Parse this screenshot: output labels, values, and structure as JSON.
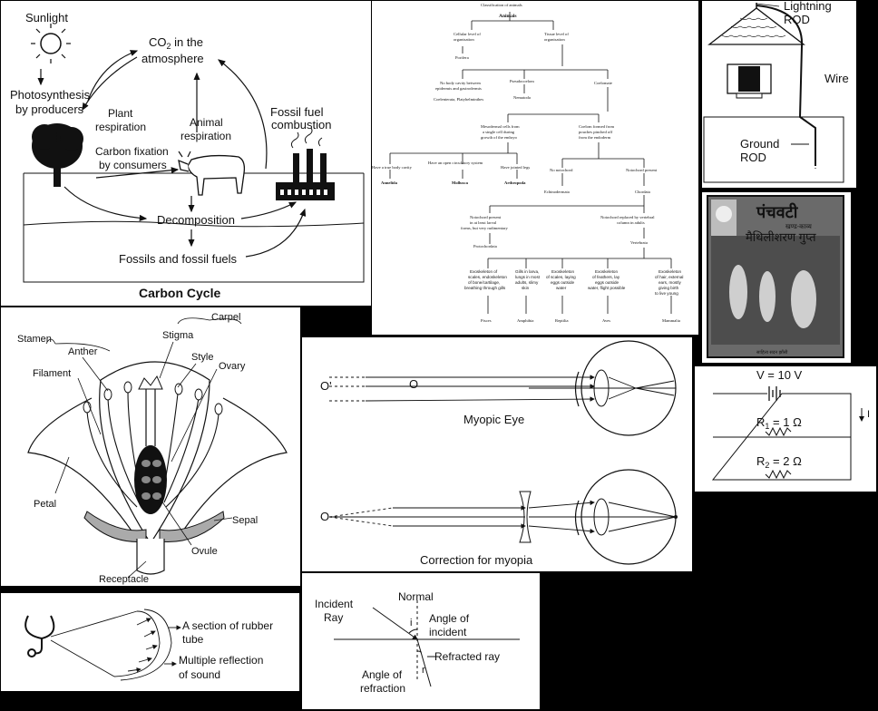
{
  "carbon_cycle": {
    "title": "Carbon Cycle",
    "sunlight": "Sunlight",
    "co2_line1": "CO",
    "co2_sub": "2",
    "co2_line1b": " in the",
    "co2_line2": "atmosphere",
    "photosynthesis_1": "Photosynthesis",
    "photosynthesis_2": "by producers",
    "plant_resp_1": "Plant",
    "plant_resp_2": "respiration",
    "animal_resp_1": "Animal",
    "animal_resp_2": "respiration",
    "fossil_comb_1": "Fossil fuel",
    "fossil_comb_2": "combustion",
    "carbon_fix_1": "Carbon fixation",
    "carbon_fix_2": "by consumers",
    "decomposition": "Decomposition",
    "fossils": "Fossils and fossil fuels"
  },
  "classification": {
    "title": "Classification of animals",
    "root": "Animals",
    "n_cellular_1": "Cellular level of",
    "n_cellular_2": "organisation",
    "n_tissue_1": "Tissue level of",
    "n_tissue_2": "organisation",
    "porifera": "Porifera",
    "n_nobody_1": "No body cavity between",
    "n_nobody_2": "epidermis and gastrodermis",
    "n_nobody_3": "Coelenterata, Platyhelminthes",
    "pseudocoelom": "Pseudocoelom",
    "nematoda": "Nematoda",
    "coelomate": "Coelomate",
    "n_meso_1": "Mesodermal cells from",
    "n_meso_2": "a single cell during",
    "n_meso_3": "growth of the embryo",
    "n_coelom_1": "Coelom formed from",
    "n_coelom_2": "pouches pinched off",
    "n_coelom_3": "from the endoderm",
    "n_seg": "Have a true body cavity",
    "n_open": "Have an open circulatory system",
    "n_joint": "Have jointed legs",
    "annelida": "Annelida",
    "mollusca": "Mollusca",
    "arthropoda": "Arthropoda",
    "no_notochord": "No notochord",
    "notochord": "Notochord present",
    "echinodermata": "Echinodermata",
    "chordata": "Chordata",
    "n_noto_1": "Notochord present",
    "n_noto_2": "in at least larval",
    "n_noto_3": "forms, but very rudimentary",
    "protochordata": "Protochordata",
    "n_vert_1": "Notochord replaced by vertebral",
    "n_vert_2": "column in adults",
    "vertebrata": "Vertebrata",
    "c1_1": "Exoskeleton of",
    "c1_2": "scales, endoskeleton",
    "c1_3": "of bone/cartilage,",
    "c1_4": "breathing through gills",
    "c2_1": "Gills in larva,",
    "c2_2": "lungs in most",
    "c2_3": "adults, slimy",
    "c2_4": "skin",
    "c3_1": "Exoskeleton",
    "c3_2": "of scales, laying",
    "c3_3": "eggs outside",
    "c3_4": "water",
    "c4_1": "Exoskeleton",
    "c4_2": "of feathers, lay",
    "c4_3": "eggs outside",
    "c4_4": "water, flight possible",
    "c5_1": "Exoskeleton",
    "c5_2": "of hair, external",
    "c5_3": "ears, mostly",
    "c5_4": "giving birth",
    "c5_5": "to live young",
    "pisces": "Pisces",
    "amphibia": "Amphibia",
    "reptilia": "Reptilia",
    "aves": "Aves",
    "mammalia": "Mammalia"
  },
  "lightning": {
    "rod_1": "Lightning",
    "rod_2": "ROD",
    "wire": "Wire",
    "ground_1": "Ground",
    "ground_2": "ROD"
  },
  "book": {
    "title": "पंचवटी",
    "subtitle": "खण्ड-काव्य",
    "author": "मैथिलीशरण गुप्त",
    "publisher": "साहित्य सदन झाँसी"
  },
  "flower": {
    "carpel": "Carpel",
    "stamen": "Stamen",
    "stigma": "Stigma",
    "anther": "Anther",
    "style": "Style",
    "filament": "Filament",
    "ovary": "Ovary",
    "petal": "Petal",
    "sepal": "Sepal",
    "ovule": "Ovule",
    "receptacle": "Receptacle"
  },
  "myopia": {
    "o1": "O'",
    "o2": "O",
    "myopic_eye": "Myopic Eye",
    "o3": "O",
    "correction": "Correction for myopia"
  },
  "circuit": {
    "voltage": "V = 10 V",
    "r1": "R",
    "r1_sub": "1",
    "r1_val": " = 1 Ω",
    "r2": "R",
    "r2_sub": "2",
    "r2_val": " = 2 Ω",
    "current": "I"
  },
  "stethoscope": {
    "l1": "A section of rubber",
    "l2": "tube",
    "l3": "Multiple reflection",
    "l4": "of sound"
  },
  "refraction": {
    "incident_1": "Incident",
    "incident_2": "Ray",
    "normal": "Normal",
    "i": "i",
    "angle_inc_1": "Angle of",
    "angle_inc_2": "incident",
    "refracted": "Refracted ray",
    "angle_ref_1": "Angle of",
    "angle_ref_2": "refraction",
    "r": "r"
  }
}
